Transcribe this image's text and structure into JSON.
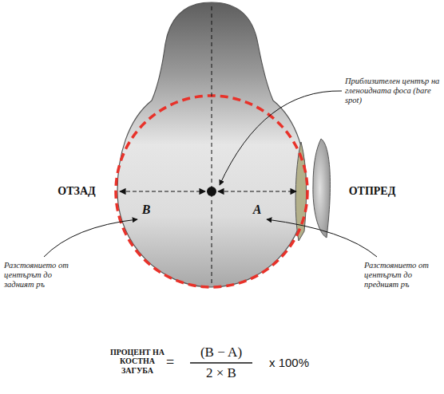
{
  "diagram": {
    "labels": [
      "ОТЗАД",
      "ОТПРЕД",
      "B",
      "A",
      "Приблизителен център на гленоидната фоса (bare spot)",
      "Разстоянието от центърът до задният ръ",
      "Разстоянието от центърът до предният ръ",
      "ПРОЦЕНТ НА КОСТНА ЗАГУБА",
      "=",
      "(B − A)",
      "2 × B",
      "x 100%"
    ]
  }
}
